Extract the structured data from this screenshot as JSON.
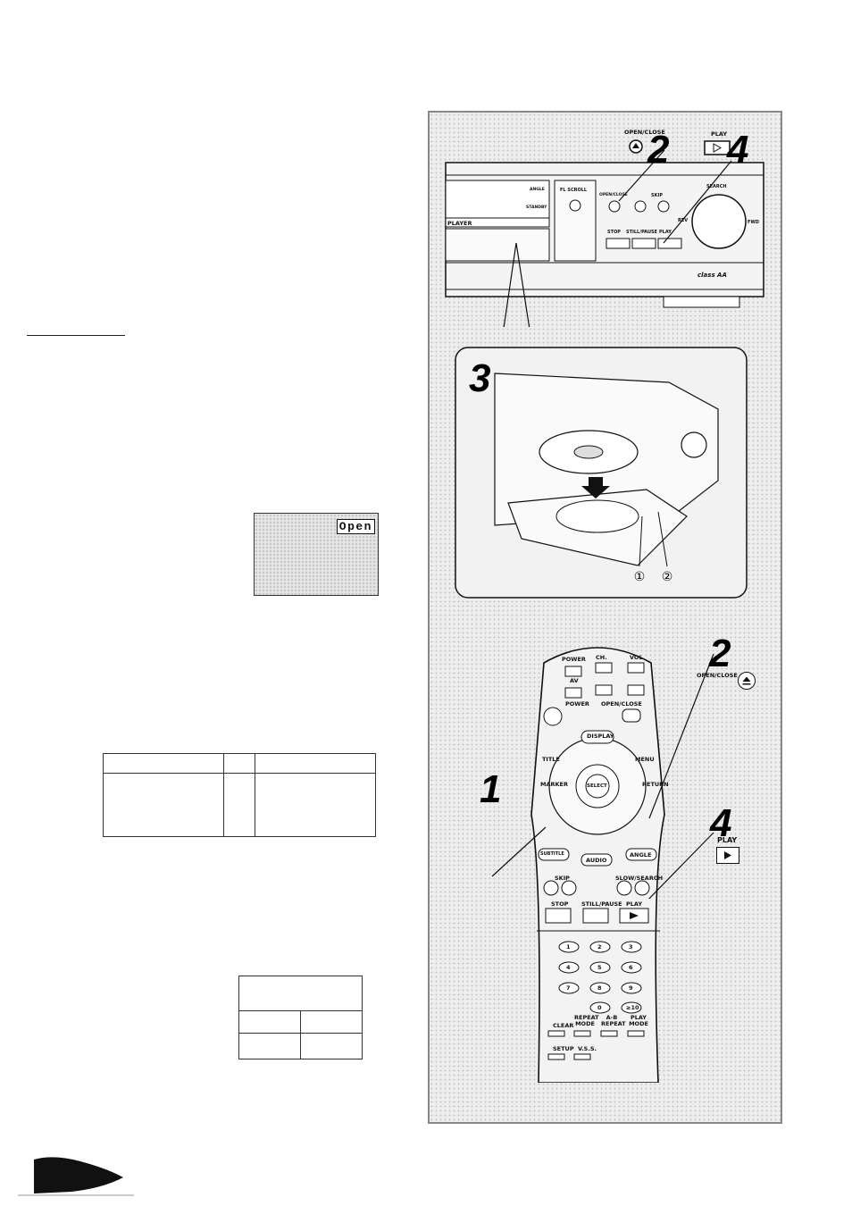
{
  "osd": {
    "status": "Open"
  },
  "player": {
    "labels": {
      "open_close_top": "OPEN/CLOSE",
      "play_top": "PLAY",
      "angle": "ANGLE",
      "standby": "STANDBY",
      "player": "PLAYER",
      "fl_scroll": "FL SCROLL",
      "open_close": "OPEN/CLOSE",
      "skip": "SKIP",
      "search": "SEARCH",
      "rev": "REV",
      "fwd": "FWD",
      "stop": "STOP",
      "still_pause": "STILL/PAUSE",
      "play": "PLAY",
      "brand": "class AA"
    }
  },
  "steps": {
    "one": "1",
    "two_player": "2",
    "four_player": "4",
    "three": "3",
    "two_remote": "2",
    "four_remote": "4"
  },
  "tray_callouts": [
    "①",
    "②"
  ],
  "remote": {
    "labels": {
      "power": "POWER",
      "ch": "CH.",
      "vol": "VOL",
      "av": "AV",
      "power2": "POWER",
      "open_close": "OPEN/CLOSE",
      "display": "DISPLAY",
      "title": "TITLE",
      "menu": "MENU",
      "marker": "MARKER",
      "select": "SELECT",
      "return": "RETURN",
      "subtitle": "SUBTITLE",
      "audio": "AUDIO",
      "angle": "ANGLE",
      "skip": "SKIP",
      "slow_search": "SLOW/SEARCH",
      "stop": "STOP",
      "still_pause": "STILL/PAUSE",
      "play": "PLAY",
      "clear": "CLEAR",
      "repeat_mode": "REPEAT MODE",
      "ab_repeat": "A-B REPEAT",
      "play_mode": "PLAY MODE",
      "setup": "SETUP",
      "vss": "V.S.S.",
      "side_open_close": "OPEN/CLOSE",
      "side_play": "PLAY"
    },
    "keypad": [
      "1",
      "2",
      "3",
      "4",
      "5",
      "6",
      "7",
      "8",
      "9",
      "0",
      "≥10"
    ]
  }
}
